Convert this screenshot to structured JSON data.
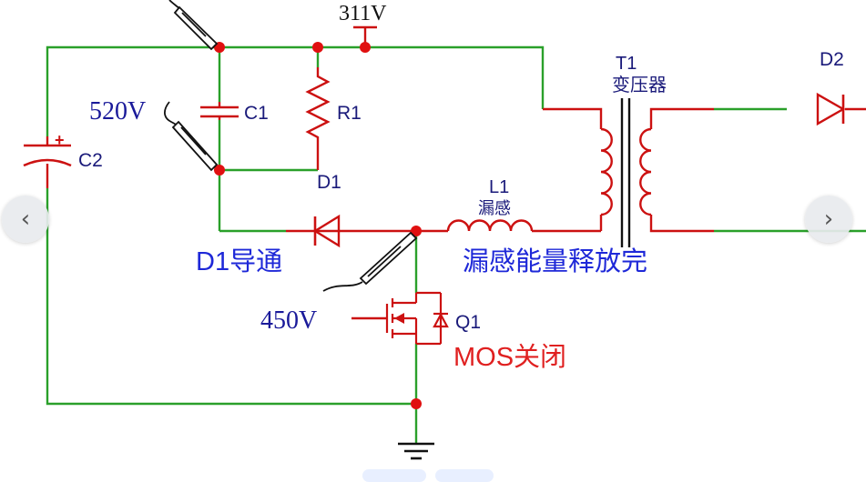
{
  "diagram": {
    "labels": {
      "v311": "311V",
      "v520": "520V",
      "v450": "450V",
      "c1": "C1",
      "r1": "R1",
      "d1": "D1",
      "c2": "C2",
      "l1": "L1",
      "l1_sub": "漏感",
      "t1": "T1",
      "t1_sub": "变压器",
      "d2": "D2",
      "q1": "Q1",
      "d1_state": "D1导通",
      "leakage_state": "漏感能量释放完",
      "mos_state": "MOS关闭"
    },
    "colors": {
      "wire_green": "#2aa02a",
      "wire_red": "#cc1111",
      "node_red": "#e01010",
      "label_navy": "#1a1a7a",
      "annotation_blue": "#1e28d8",
      "annotation_red": "#e02020",
      "probe_black": "#111111"
    }
  },
  "nav": {
    "prev_icon": "chevron-left-icon",
    "next_icon": "chevron-right-icon",
    "prev_glyph": "‹",
    "next_glyph": "›"
  }
}
